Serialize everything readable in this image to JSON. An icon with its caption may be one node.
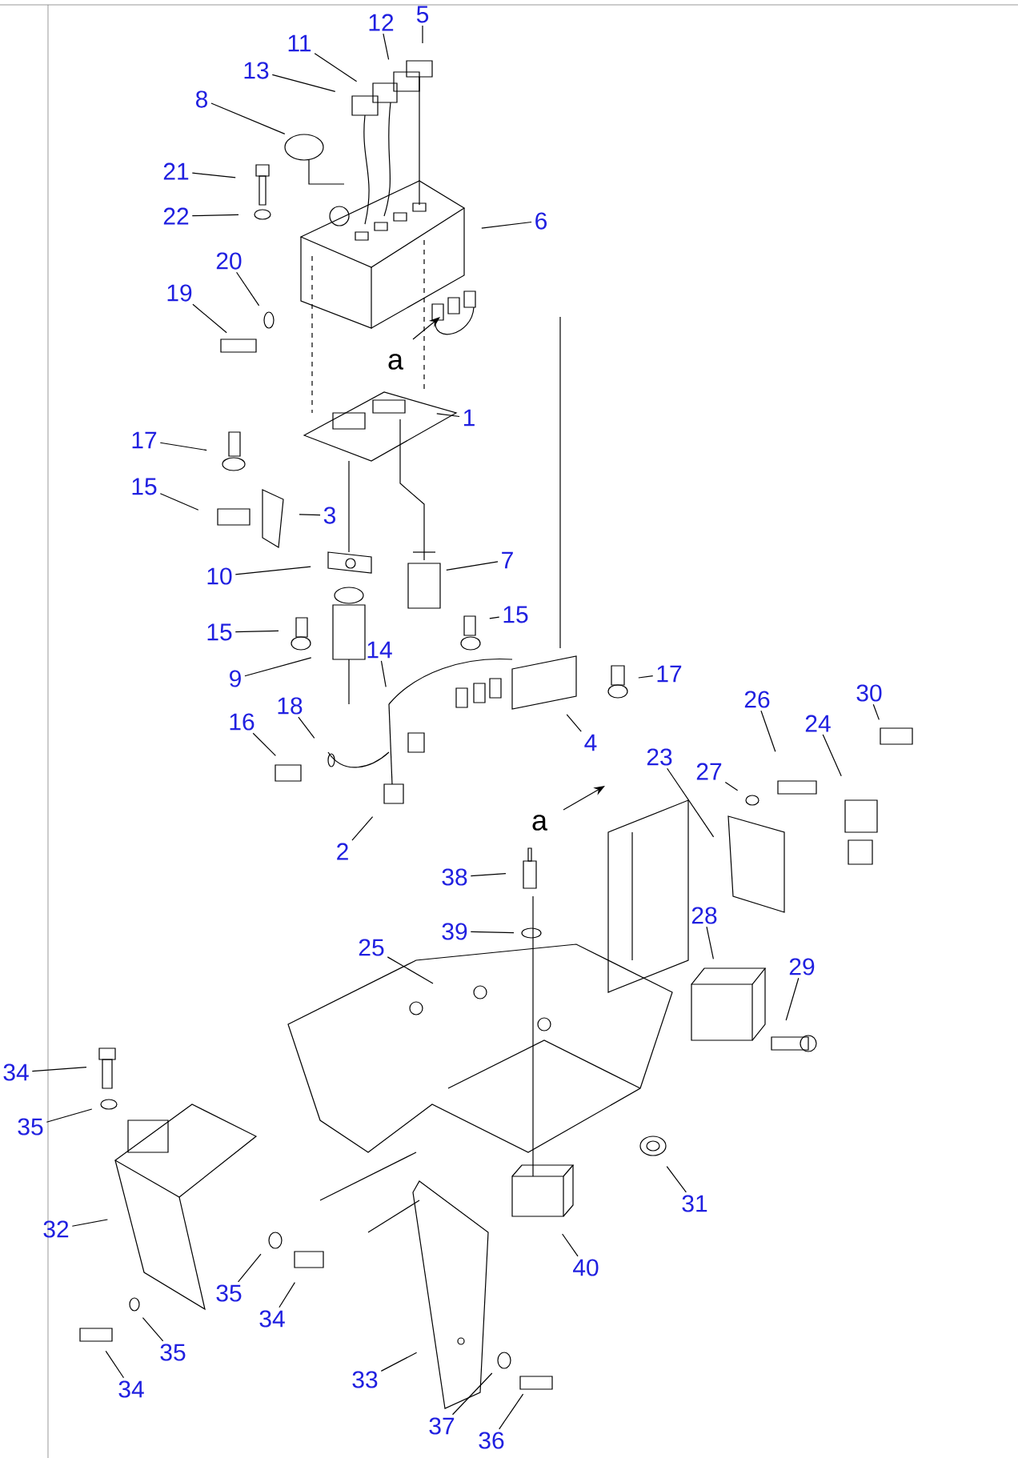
{
  "diagram": {
    "nodes": [
      {
        "text": [
          "5"
        ]
      },
      {
        "text": [
          "12"
        ]
      },
      {
        "text": [
          "11"
        ]
      },
      {
        "text": [
          "13"
        ]
      },
      {
        "text": [
          "8"
        ]
      },
      {
        "text": [
          "21"
        ]
      },
      {
        "text": [
          "22"
        ]
      },
      {
        "text": [
          "20"
        ]
      },
      {
        "text": [
          "19"
        ]
      },
      {
        "text": [
          "6"
        ]
      },
      {
        "text": [
          "1"
        ]
      },
      {
        "text": [
          "17"
        ]
      },
      {
        "text": [
          "15"
        ]
      },
      {
        "text": [
          "3"
        ]
      },
      {
        "text": [
          "10"
        ]
      },
      {
        "text": [
          "7"
        ]
      },
      {
        "text": [
          "15"
        ]
      },
      {
        "text": [
          "15"
        ]
      },
      {
        "text": [
          "9"
        ]
      },
      {
        "text": [
          "14"
        ]
      },
      {
        "text": [
          "17"
        ]
      },
      {
        "text": [
          "4"
        ]
      },
      {
        "text": [
          "16"
        ]
      },
      {
        "text": [
          "18"
        ]
      },
      {
        "text": [
          "2"
        ]
      },
      {
        "text": [
          "23"
        ]
      },
      {
        "text": [
          "27"
        ]
      },
      {
        "text": [
          "26"
        ]
      },
      {
        "text": [
          "24"
        ]
      },
      {
        "text": [
          "30"
        ]
      },
      {
        "text": [
          "38"
        ]
      },
      {
        "text": [
          "39"
        ]
      },
      {
        "text": [
          "25"
        ]
      },
      {
        "text": [
          "28"
        ]
      },
      {
        "text": [
          "29"
        ]
      },
      {
        "text": [
          "34"
        ]
      },
      {
        "text": [
          "35"
        ]
      },
      {
        "text": [
          "32"
        ]
      },
      {
        "text": [
          "35"
        ]
      },
      {
        "text": [
          "34"
        ]
      },
      {
        "text": [
          "31"
        ]
      },
      {
        "text": [
          "40"
        ]
      },
      {
        "text": [
          "35"
        ]
      },
      {
        "text": [
          "34"
        ]
      },
      {
        "text": [
          "33"
        ]
      },
      {
        "text": [
          "37"
        ]
      },
      {
        "text": [
          "36"
        ]
      }
    ],
    "edges": [
      {
        "from": 0,
        "to": null,
        "arrow": "none"
      },
      {
        "from": 1,
        "to": null,
        "arrow": "none"
      },
      {
        "from": 2,
        "to": null,
        "arrow": "none"
      },
      {
        "from": 3,
        "to": null,
        "arrow": "none"
      },
      {
        "from": 4,
        "to": null,
        "arrow": "none"
      },
      {
        "from": 5,
        "to": null,
        "arrow": "none"
      },
      {
        "from": 6,
        "to": null,
        "arrow": "none"
      },
      {
        "from": 7,
        "to": null,
        "arrow": "none"
      },
      {
        "from": 8,
        "to": null,
        "arrow": "none"
      },
      {
        "from": 9,
        "to": null,
        "arrow": "none"
      },
      {
        "from": 10,
        "to": null,
        "arrow": "none"
      },
      {
        "from": 11,
        "to": null,
        "arrow": "none"
      },
      {
        "from": 12,
        "to": null,
        "arrow": "none"
      },
      {
        "from": 13,
        "to": null,
        "arrow": "none"
      },
      {
        "from": 14,
        "to": null,
        "arrow": "none"
      },
      {
        "from": 15,
        "to": null,
        "arrow": "none"
      },
      {
        "from": 16,
        "to": null,
        "arrow": "none"
      },
      {
        "from": 17,
        "to": null,
        "arrow": "none"
      },
      {
        "from": 18,
        "to": null,
        "arrow": "none"
      },
      {
        "from": 19,
        "to": null,
        "arrow": "none"
      },
      {
        "from": 20,
        "to": null,
        "arrow": "none"
      },
      {
        "from": 21,
        "to": null,
        "arrow": "none"
      },
      {
        "from": 22,
        "to": null,
        "arrow": "none"
      },
      {
        "from": 23,
        "to": null,
        "arrow": "none"
      },
      {
        "from": 24,
        "to": null,
        "arrow": "none"
      },
      {
        "from": 25,
        "to": null,
        "arrow": "none"
      },
      {
        "from": 26,
        "to": null,
        "arrow": "none"
      },
      {
        "from": 27,
        "to": null,
        "arrow": "none"
      },
      {
        "from": 28,
        "to": null,
        "arrow": "none"
      },
      {
        "from": 29,
        "to": null,
        "arrow": "none"
      },
      {
        "from": 30,
        "to": null,
        "arrow": "none"
      },
      {
        "from": 31,
        "to": null,
        "arrow": "none"
      },
      {
        "from": 32,
        "to": null,
        "arrow": "none"
      },
      {
        "from": 33,
        "to": null,
        "arrow": "none"
      },
      {
        "from": 34,
        "to": null,
        "arrow": "none"
      },
      {
        "from": 35,
        "to": null,
        "arrow": "none"
      },
      {
        "from": 36,
        "to": null,
        "arrow": "none"
      },
      {
        "from": 37,
        "to": null,
        "arrow": "none"
      },
      {
        "from": 38,
        "to": null,
        "arrow": "none"
      },
      {
        "from": 39,
        "to": null,
        "arrow": "none"
      },
      {
        "from": 40,
        "to": null,
        "arrow": "none"
      },
      {
        "from": 41,
        "to": null,
        "arrow": "none"
      },
      {
        "from": 42,
        "to": null,
        "arrow": "none"
      },
      {
        "from": 43,
        "to": null,
        "arrow": "none"
      },
      {
        "from": 44,
        "to": null,
        "arrow": "none"
      },
      {
        "from": 45,
        "to": null,
        "arrow": "none"
      },
      {
        "from": 46,
        "to": null,
        "arrow": "none"
      }
    ],
    "labels": [
      "a",
      "a"
    ]
  }
}
